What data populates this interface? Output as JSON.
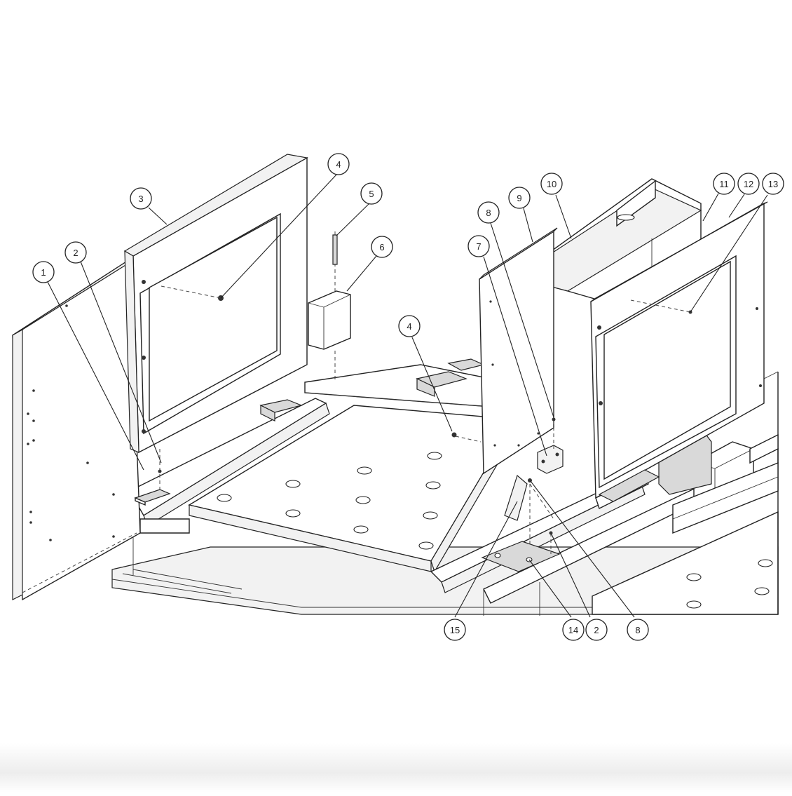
{
  "callouts": [
    {
      "id": "c1",
      "label": "1"
    },
    {
      "id": "c2a",
      "label": "2"
    },
    {
      "id": "c3",
      "label": "3"
    },
    {
      "id": "c4a",
      "label": "4"
    },
    {
      "id": "c5",
      "label": "5"
    },
    {
      "id": "c6",
      "label": "6"
    },
    {
      "id": "c4b",
      "label": "4"
    },
    {
      "id": "c7",
      "label": "7"
    },
    {
      "id": "c8a",
      "label": "8"
    },
    {
      "id": "c9",
      "label": "9"
    },
    {
      "id": "c10",
      "label": "10"
    },
    {
      "id": "c11",
      "label": "11"
    },
    {
      "id": "c12",
      "label": "12"
    },
    {
      "id": "c13",
      "label": "13"
    },
    {
      "id": "c15",
      "label": "15"
    },
    {
      "id": "c14",
      "label": "14"
    },
    {
      "id": "c2b",
      "label": "2"
    },
    {
      "id": "c8b",
      "label": "8"
    }
  ]
}
